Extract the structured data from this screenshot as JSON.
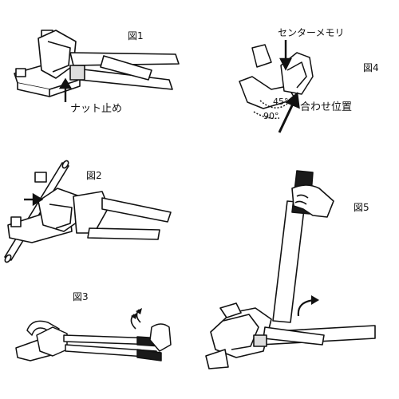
{
  "figures": [
    {
      "label": "図1",
      "annotation": "ナット止め"
    },
    {
      "label": "図2"
    },
    {
      "label": "図3"
    },
    {
      "label": "図4",
      "annotations": [
        "センターメモリ",
        "合わせ位置"
      ],
      "scale_marks": [
        "45°",
        "90°"
      ]
    },
    {
      "label": "図5"
    }
  ],
  "colors": {
    "line": "#111111",
    "fill": "#ffffff",
    "shade": "#9a9a9a",
    "grip": "#1a1a1a"
  }
}
